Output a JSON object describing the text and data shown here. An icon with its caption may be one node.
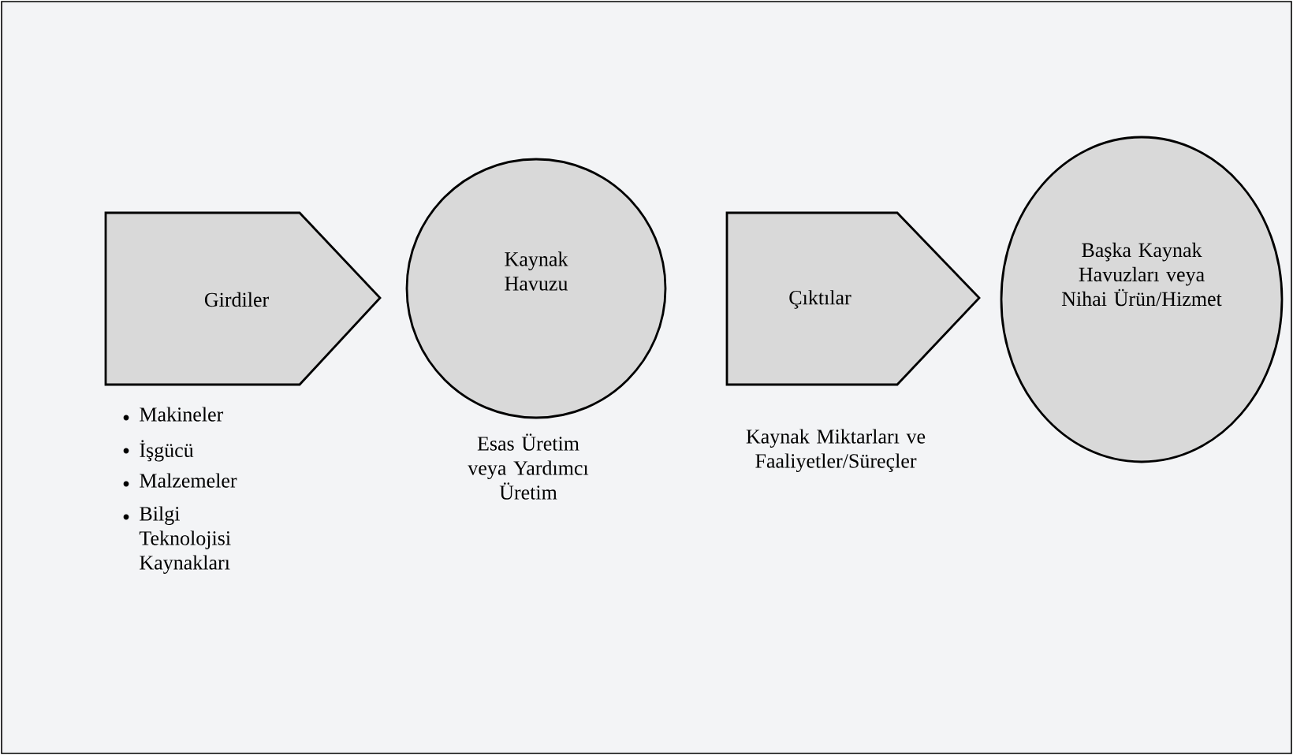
{
  "diagram": {
    "nodes": [
      {
        "text": [
          "Girdiler"
        ],
        "beside": [
          "Makineler",
          "İşgücü",
          "Malzemeler",
          "Bilgi Teknolojisi Kaynakları"
        ]
      },
      {
        "text": [
          "Kaynak Havuzu"
        ],
        "beside": [
          "Esas Üretim veya Yardımcı Üretim"
        ]
      },
      {
        "text": [
          "Çıktılar"
        ],
        "beside": [
          "Kaynak Miktarları ve Faaliyetler/Süreçler"
        ]
      },
      {
        "text": [
          "Başka Kaynak Havuzları veya Nihai Ürün/Hizmet"
        ]
      }
    ]
  }
}
